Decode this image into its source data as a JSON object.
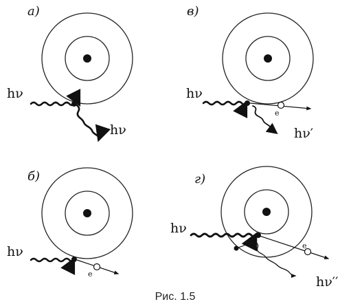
{
  "panels": {
    "a": {
      "letter": "а)",
      "photon_in": "hν",
      "photon_out": "hν"
    },
    "v": {
      "letter": "в)",
      "photon_in": "hν",
      "photon_out": "hν′",
      "electron": "e"
    },
    "b": {
      "letter": "б)",
      "photon_in": "hν",
      "electron": "e"
    },
    "g": {
      "letter": "г)",
      "photon_in": "hν",
      "photon_out": "hν′′",
      "electron": "e"
    }
  },
  "caption": "Рис. 1.5",
  "colors": {
    "ink": "#111111",
    "background": "#ffffff"
  }
}
